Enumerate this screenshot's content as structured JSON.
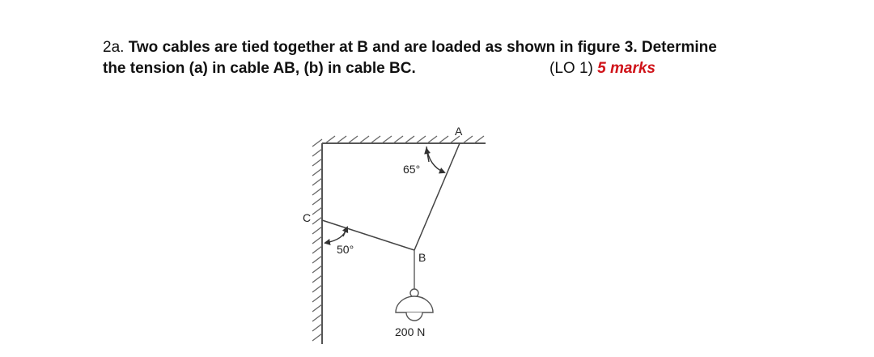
{
  "question": {
    "number": "2a.",
    "line1": "Two cables are tied together at B and are loaded as shown in figure 3. Determine",
    "line2": "the tension (a) in cable AB, (b) in cable BC.",
    "learning_outcome": "(LO 1)",
    "marks": "5 marks",
    "marks_color": "#d0141a"
  },
  "figure": {
    "points": {
      "A": "A",
      "B": "B",
      "C": "C"
    },
    "angle_AB": "65°",
    "angle_BC": "50°",
    "load": "200 N"
  }
}
